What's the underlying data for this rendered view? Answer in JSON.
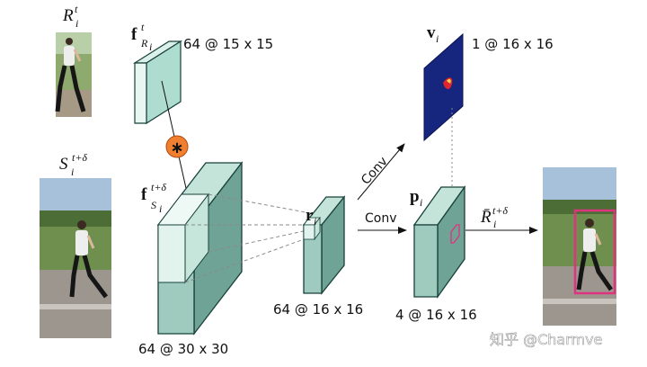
{
  "labels": {
    "R_template": {
      "base": "R",
      "sup": "t",
      "sub": "i"
    },
    "S_search": {
      "base": "S",
      "sup": "t+δ",
      "sub": "i"
    },
    "f_R": {
      "base": "f",
      "sup": "t",
      "sub": "R",
      "subsub": "i"
    },
    "f_S": {
      "base": "f",
      "sup": "t+δ",
      "sub": "S",
      "subsub": "i"
    },
    "r": {
      "base": "r",
      "sub": "i"
    },
    "p": {
      "base": "p",
      "sub": "i"
    },
    "v": {
      "base": "v",
      "sub": "i"
    },
    "R_result": {
      "base": "R̄",
      "sup": "t+δ",
      "sub": "i"
    }
  },
  "dims": {
    "f_R": "64 @ 15 x 15",
    "f_S": "64 @ 30 x 30",
    "r": "64 @ 16 x 16",
    "p": "4 @ 16 x 16",
    "v": "1 @ 16 x 16"
  },
  "ops": {
    "correlation_symbol": "∗",
    "conv_up": "Conv",
    "conv_right": "Conv"
  },
  "watermark": "知乎 @Charmve",
  "colors": {
    "block_face": "#9ecbbd",
    "block_top": "#c4e3d9",
    "block_side": "#6fa396",
    "block_edge": "#17403a",
    "light_face": "#e2f3ee",
    "map_blue": "#16257e",
    "corr_circle": "#f08030",
    "bbox": "#e0337f"
  },
  "icons": {
    "person": "person-photo-icon",
    "correlation": "correlation-icon"
  }
}
